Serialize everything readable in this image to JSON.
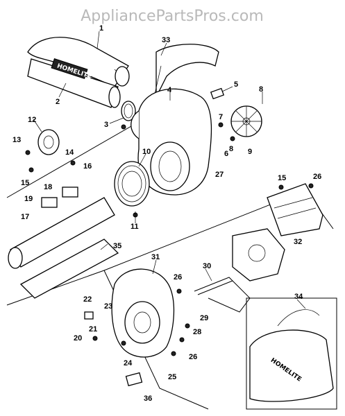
{
  "watermark": "AppliancePartsPros.com",
  "callouts": [
    "1",
    "2",
    "3",
    "4",
    "5",
    "6",
    "7",
    "8",
    "8",
    "9",
    "10",
    "11",
    "12",
    "13",
    "14",
    "15",
    "15",
    "16",
    "17",
    "18",
    "19",
    "20",
    "21",
    "22",
    "23",
    "24",
    "25",
    "26",
    "26",
    "26",
    "27",
    "28",
    "29",
    "30",
    "31",
    "32",
    "33",
    "34",
    "35",
    "36"
  ],
  "brand_labels": {
    "tube": "HOMELITE",
    "bag": "HOMELITE"
  }
}
